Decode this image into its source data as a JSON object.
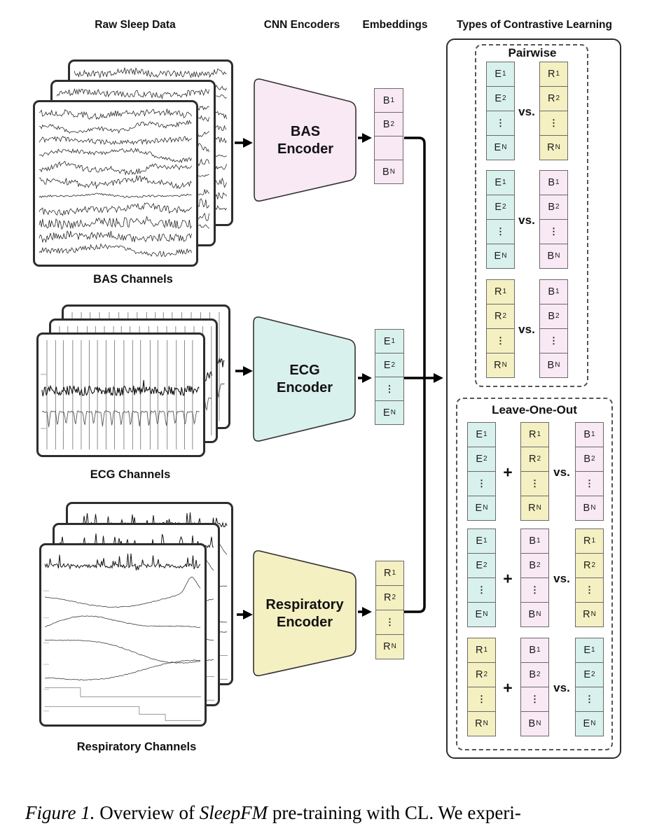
{
  "headers": {
    "raw_sleep_data": "Raw Sleep Data",
    "cnn_encoders": "CNN Encoders",
    "embeddings": "Embeddings",
    "contrastive": "Types of Contrastive Learning"
  },
  "colors": {
    "bas_fill": "#f8e9f5",
    "ecg_fill": "#d9f1ec",
    "resp_fill": "#f5f0c2",
    "ink": "#111111",
    "card_border": "#2d2d2d",
    "cell_border": "#6a6a6a"
  },
  "modalities": {
    "bas": {
      "letter": "B",
      "stack_label": "BAS Channels",
      "encoder_line1": "BAS",
      "encoder_line2": "Encoder"
    },
    "ecg": {
      "letter": "E",
      "stack_label": "ECG Channels",
      "encoder_line1": "ECG",
      "encoder_line2": "Encoder"
    },
    "resp": {
      "letter": "R",
      "stack_label": "Respiratory Channels",
      "encoder_line1": "Respiratory",
      "encoder_line2": "Encoder"
    }
  },
  "embedding_columns": [
    {
      "modality": "bas",
      "cells": [
        "1",
        "2",
        "",
        "N"
      ]
    },
    {
      "modality": "ecg",
      "cells": [
        "1",
        "2",
        "⋮",
        "N"
      ]
    },
    {
      "modality": "resp",
      "cells": [
        "1",
        "2",
        "⋮",
        "N"
      ]
    }
  ],
  "contrastive": {
    "cell_subscripts": [
      "1",
      "2",
      "⋮",
      "N"
    ],
    "pairwise": {
      "title": "Pairwise",
      "vs_label": "vs.",
      "groups": [
        [
          "ecg",
          "resp"
        ],
        [
          "ecg",
          "bas"
        ],
        [
          "resp",
          "bas"
        ]
      ]
    },
    "leave_one_out": {
      "title": "Leave-One-Out",
      "plus_label": "+",
      "vs_label": "vs.",
      "groups": [
        [
          "ecg",
          "resp",
          "bas"
        ],
        [
          "ecg",
          "bas",
          "resp"
        ],
        [
          "resp",
          "bas",
          "ecg"
        ]
      ]
    }
  },
  "caption": {
    "figure_label": "Figure 1.",
    "before_italic": " Overview of ",
    "italic_term": "SleepFM",
    "after_italic": " pre-training with CL. We experi-"
  }
}
